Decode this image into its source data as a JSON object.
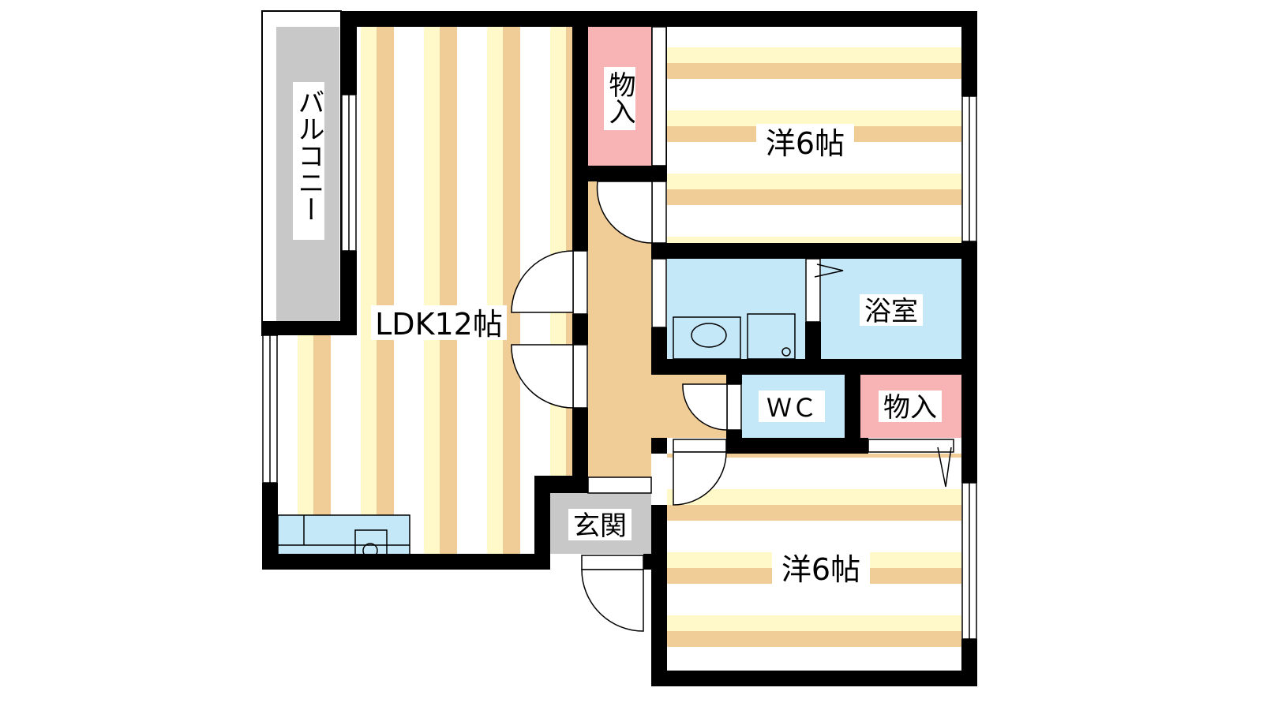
{
  "colors": {
    "wall": "#000000",
    "floor_stripe_light": "#fff8c8",
    "floor_stripe_dark": "#f0cc96",
    "hall": "#f0cc96",
    "storage": "#f8b4b4",
    "water": "#c4e8f8",
    "balcony": "#c8c8c8",
    "entrance": "#c8c8c8"
  },
  "rooms": {
    "balcony": "バルコニー",
    "ldk": "LDK12帖",
    "storage_top": "物入",
    "western_top": "洋6帖",
    "bath": "浴室",
    "wc": "ＷＣ",
    "storage_mid": "物入",
    "entrance": "玄関",
    "western_bottom": "洋6帖"
  }
}
